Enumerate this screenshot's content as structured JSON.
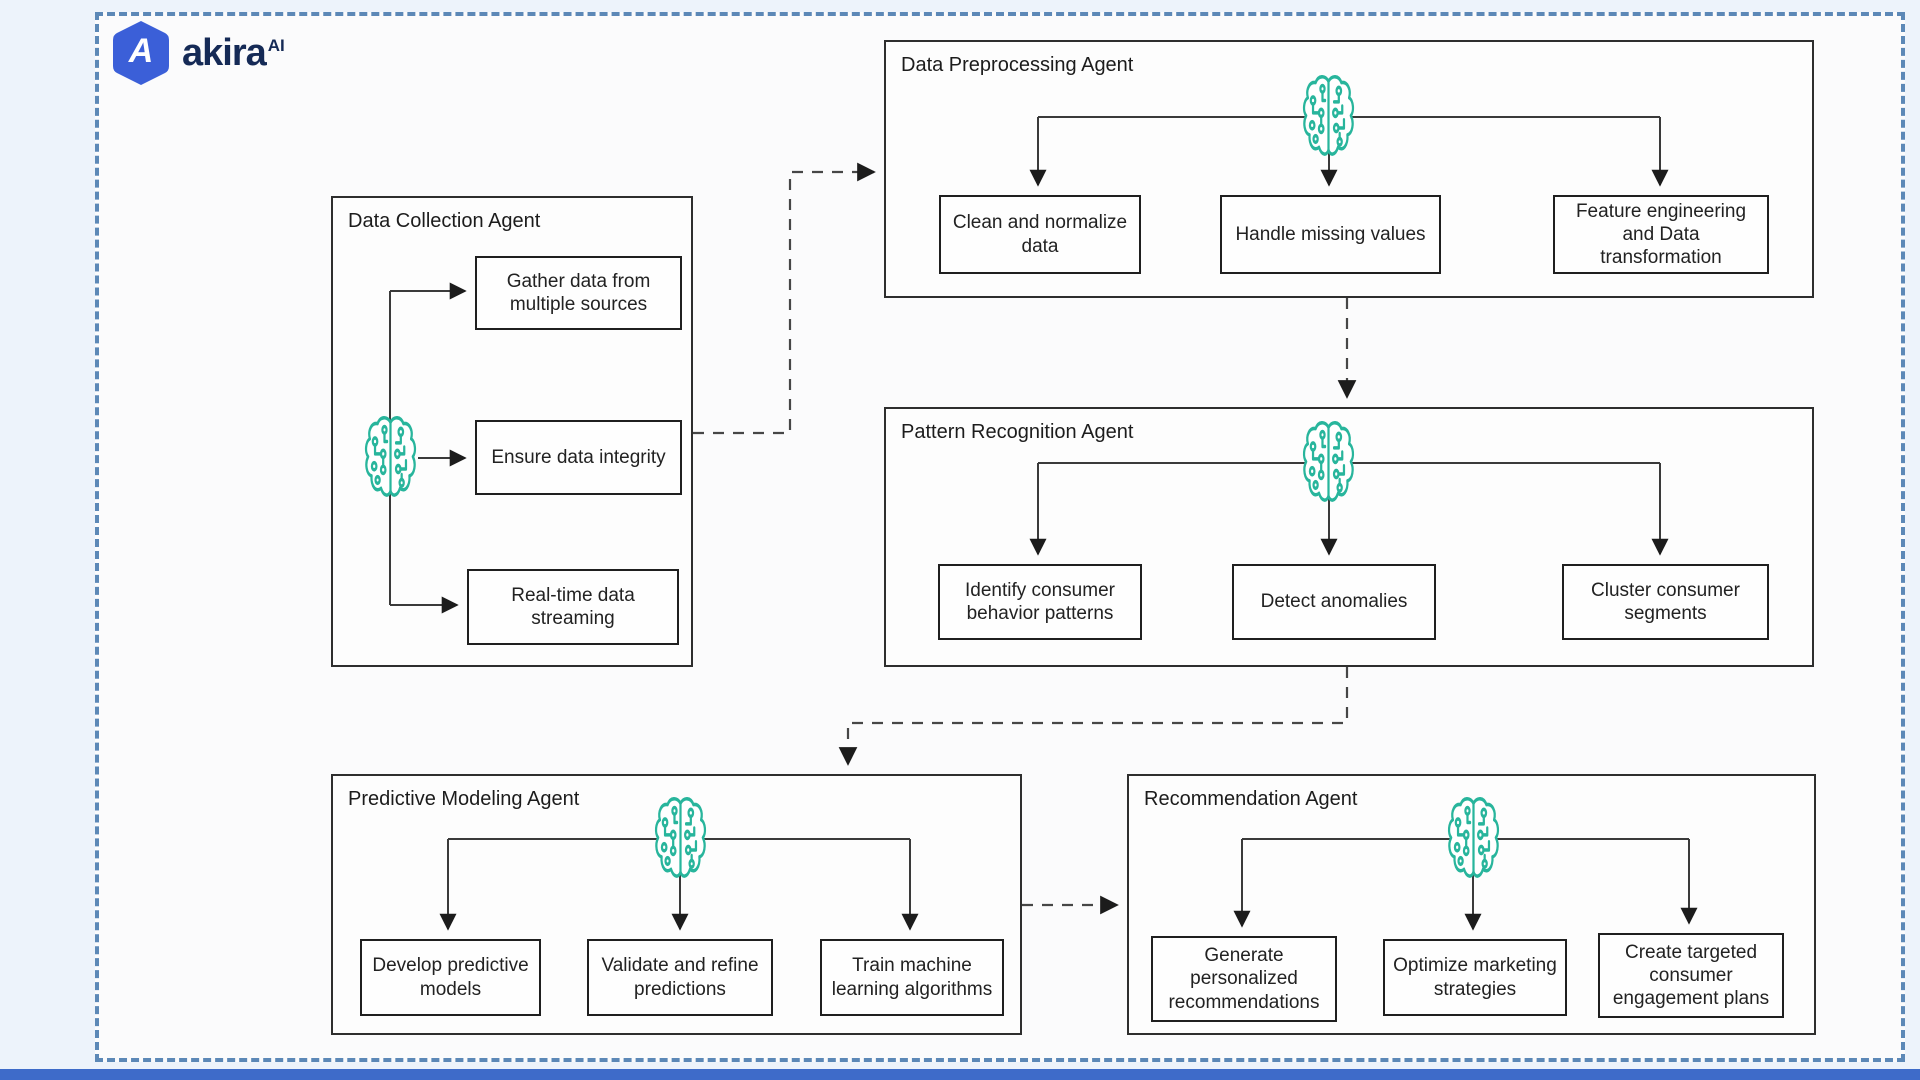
{
  "logo": {
    "monogram": "A",
    "brand": "akira",
    "superscript": "AI"
  },
  "colors": {
    "accent_teal": "#28b59c",
    "dashed_border_blue": "#5c88b7",
    "logo_hex_blue": "#3b5fd8",
    "logo_text_navy": "#152a56",
    "bottom_band_blue": "#3e6bc9"
  },
  "agents": [
    {
      "title": "Data Collection Agent",
      "tasks": [
        "Gather data from multiple sources",
        "Ensure data integrity",
        "Real-time data streaming"
      ]
    },
    {
      "title": "Data Preprocessing Agent",
      "tasks": [
        "Clean and normalize data",
        "Handle missing values",
        "Feature engineering and Data transformation"
      ]
    },
    {
      "title": "Pattern Recognition Agent",
      "tasks": [
        "Identify consumer behavior patterns",
        "Detect anomalies",
        "Cluster consumer segments"
      ]
    },
    {
      "title": "Predictive Modeling Agent",
      "tasks": [
        "Develop predictive models",
        "Validate and refine predictions",
        "Train machine learning algorithms"
      ]
    },
    {
      "title": "Recommendation Agent",
      "tasks": [
        "Generate personalized recommendations",
        "Optimize marketing strategies",
        "Create targeted consumer engagement plans"
      ]
    }
  ]
}
